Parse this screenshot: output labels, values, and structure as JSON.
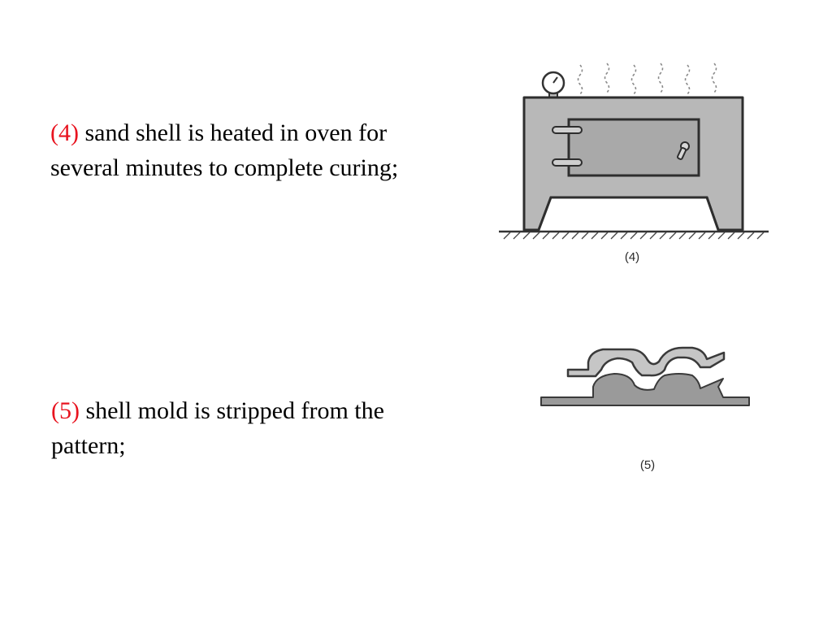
{
  "step4": {
    "number": "(4)",
    "text": "sand shell is heated in oven for",
    "text_line2": "several minutes to complete curing;",
    "caption": "(4)"
  },
  "step5": {
    "number": "(5)",
    "text": "shell mold is stripped from the",
    "text_line2": "pattern;",
    "caption": "(5)"
  },
  "colors": {
    "step_number": "#e8131f",
    "oven_fill": "#b8b8b8",
    "door_fill": "#a9a9a9",
    "pattern_fill": "#9a9a9a",
    "shell_fill": "#c6c6c6"
  }
}
